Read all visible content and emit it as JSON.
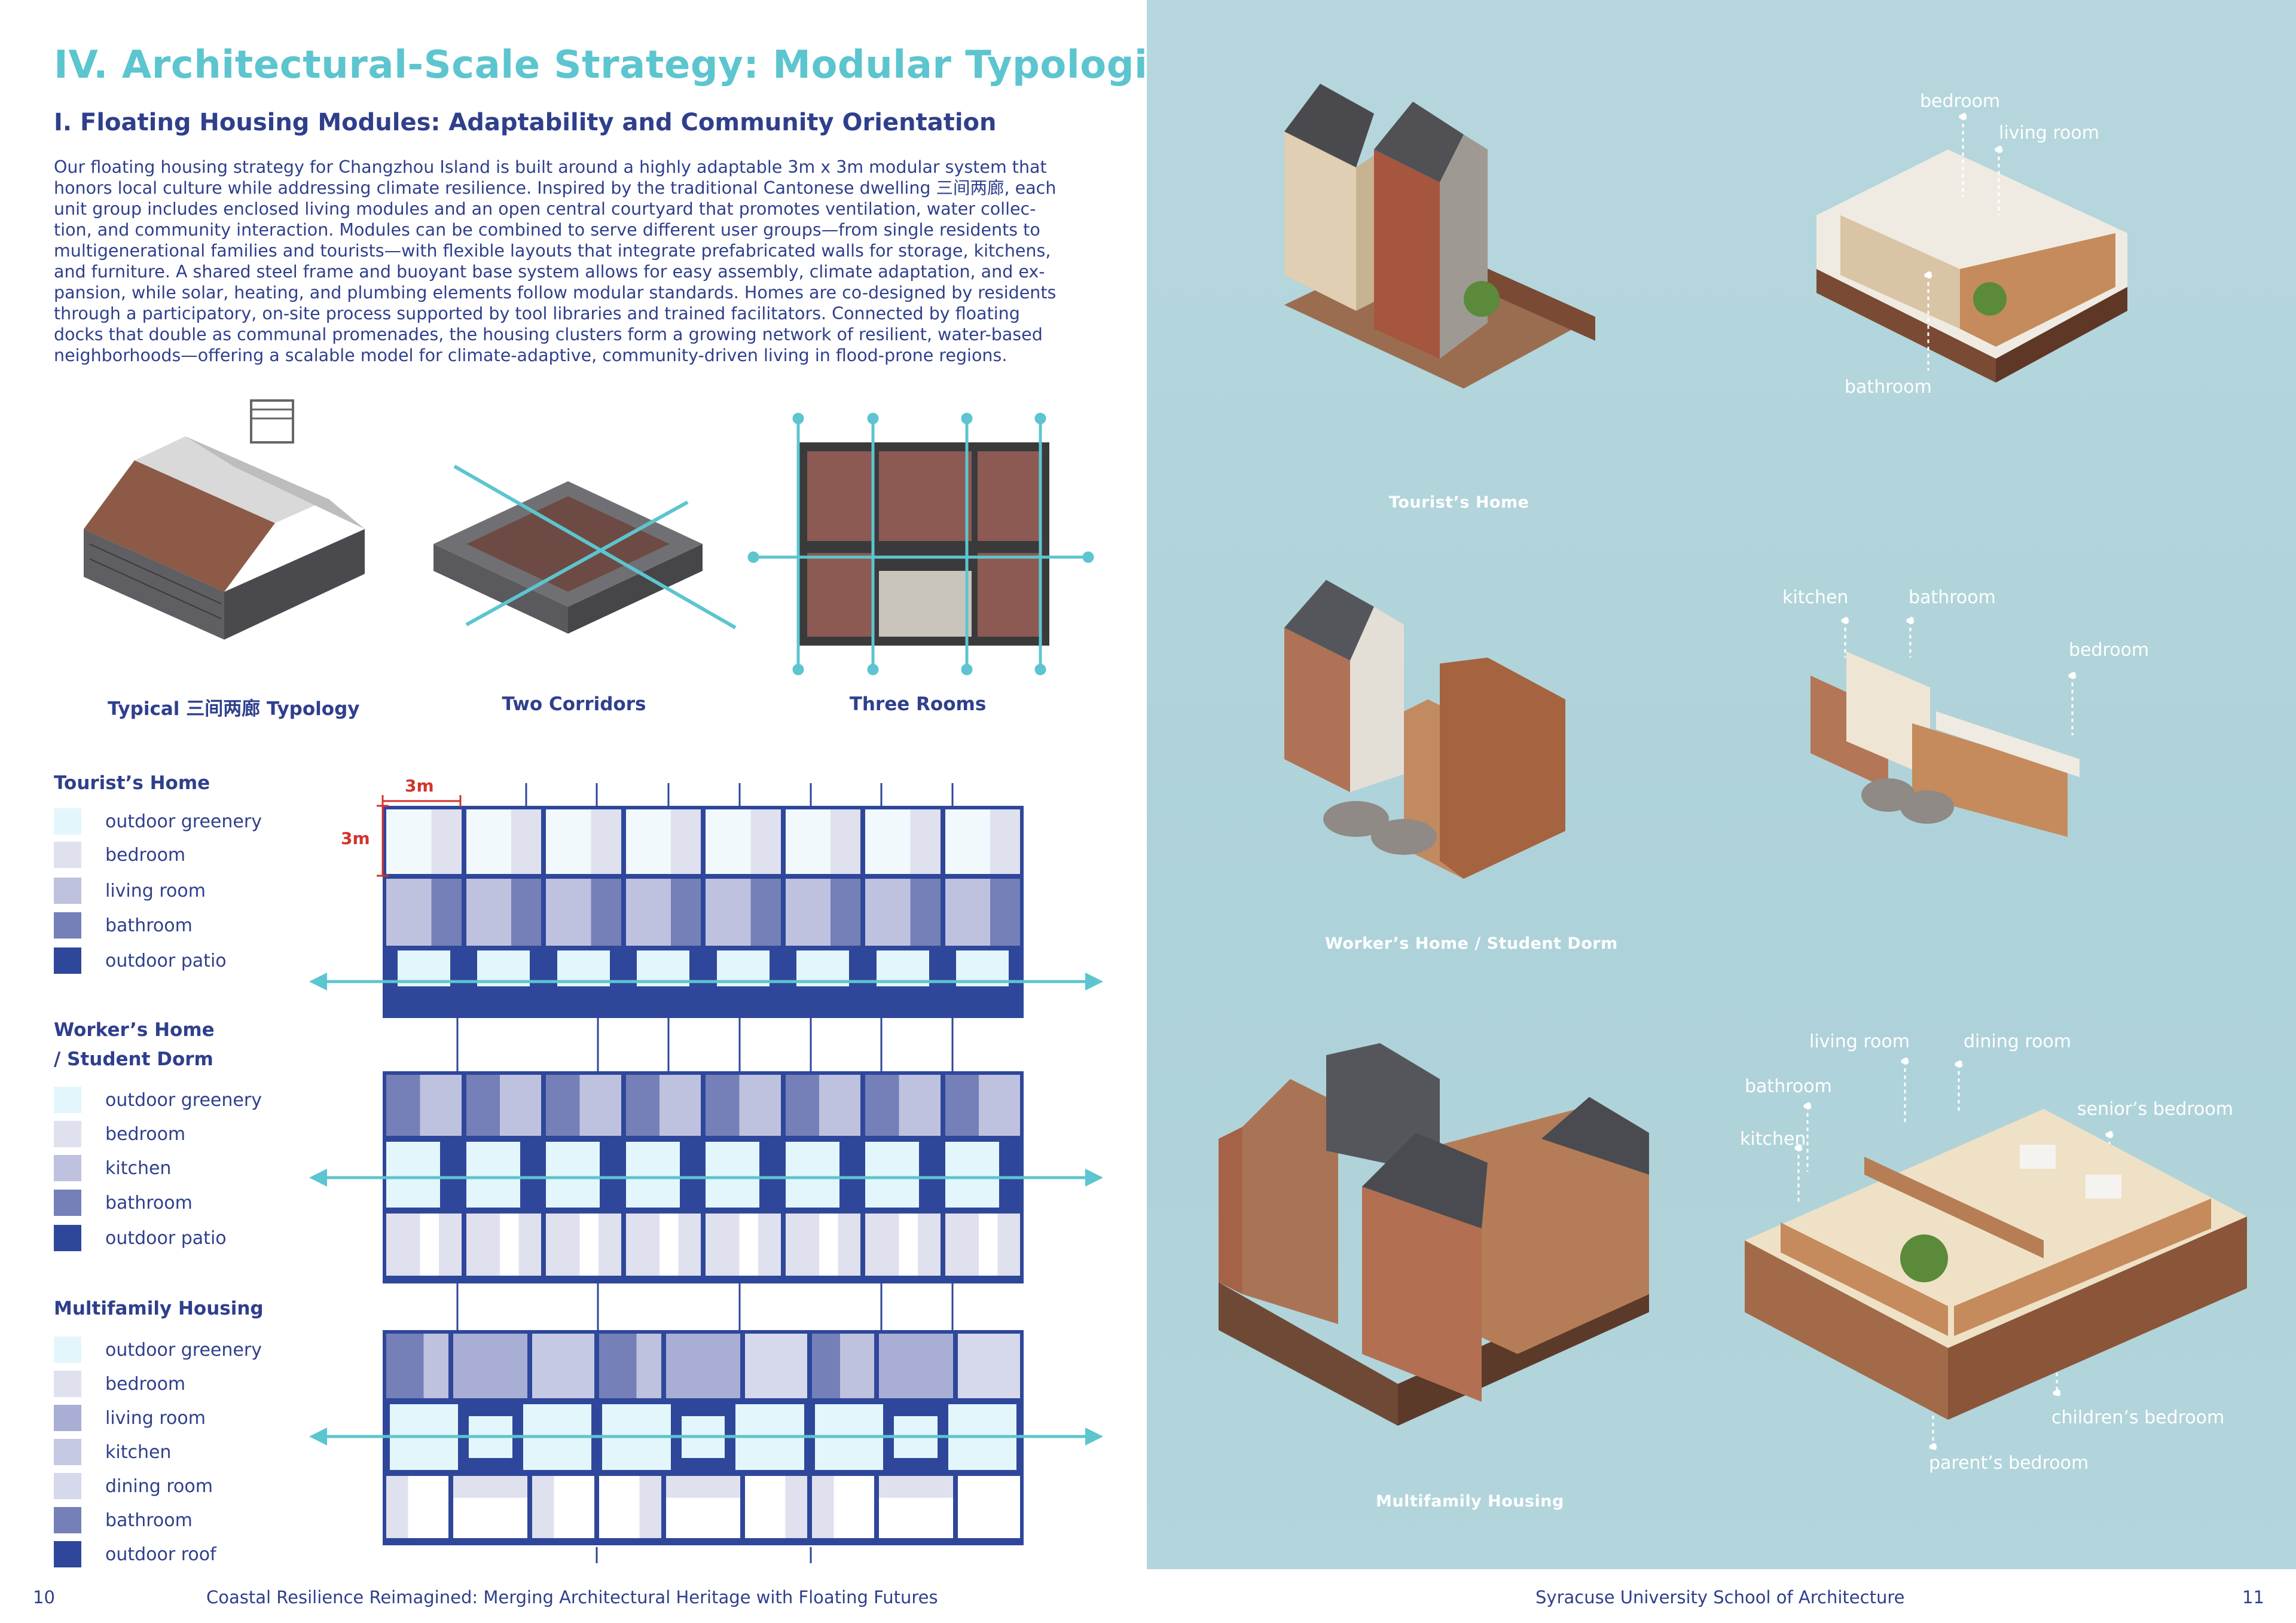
{
  "left_page": {
    "title": "IV. Architectural-Scale Strategy: Modular Typologies",
    "subtitle": "I. Floating Housing Modules: Adaptability and Community Orientation",
    "body_lines": [
      "Our floating housing strategy for Changzhou Island is built around a highly adaptable 3m x 3m modular system that",
      "honors local culture while addressing climate resilience. Inspired by the traditional Cantonese dwelling 三间两廊, each",
      "unit group includes enclosed living modules and an open central courtyard that promotes ventilation, water collec-",
      "tion, and community interaction. Modules can be combined to serve different user groups—from single residents to",
      "multigenerational families and tourists—with flexible layouts that integrate prefabricated walls for storage, kitchens,",
      "and furniture. A shared steel frame and buoyant base system allows for easy assembly, climate adaptation, and ex-",
      "pansion, while solar, heating, and plumbing elements follow modular standards. Homes are co-designed by residents",
      "through a participatory, on-site process supported by tool libraries and trained facilitators. Connected by floating",
      "docks that double as communal promenades, the housing clusters form a growing network of resilient, water-based",
      "neighborhoods—offering a scalable model for climate-adaptive, community-driven living in flood-prone regions."
    ],
    "captions": {
      "typical": "Typical 三间两廊 Typology",
      "corridors": "Two Corridors",
      "rooms": "Three Rooms"
    },
    "dimension_labels": {
      "width": "3m",
      "height": "3m"
    },
    "legends": {
      "tourist": {
        "title": "Tourist’s Home",
        "items": [
          {
            "label": "outdoor greenery",
            "color": "#e3f6fb"
          },
          {
            "label": "bedroom",
            "color": "#dfe1ef"
          },
          {
            "label": "living room",
            "color": "#bec2df"
          },
          {
            "label": "bathroom",
            "color": "#7580b8"
          },
          {
            "label": "outdoor patio",
            "color": "#2f479a"
          }
        ]
      },
      "worker": {
        "title_line1": "Worker’s Home",
        "title_line2": "/ Student Dorm",
        "items": [
          {
            "label": "outdoor greenery",
            "color": "#e3f6fb"
          },
          {
            "label": "bedroom",
            "color": "#dfe1ef"
          },
          {
            "label": "kitchen",
            "color": "#bec2df"
          },
          {
            "label": "bathroom",
            "color": "#7580b8"
          },
          {
            "label": "outdoor patio",
            "color": "#2f479a"
          }
        ]
      },
      "multifamily": {
        "title": "Multifamily Housing",
        "items": [
          {
            "label": "outdoor greenery",
            "color": "#e3f6fb"
          },
          {
            "label": "bedroom",
            "color": "#dfe1ef"
          },
          {
            "label": "living room",
            "color": "#a9aed5"
          },
          {
            "label": "kitchen",
            "color": "#c5c9e3"
          },
          {
            "label": "dining room",
            "color": "#d6d9ec"
          },
          {
            "label": "bathroom",
            "color": "#7580b8"
          },
          {
            "label": "outdoor roof",
            "color": "#2f479a"
          }
        ]
      }
    },
    "footer": {
      "page_number": "10",
      "publication": "Coastal Resilience Reimagined: Merging Architectural Heritage with Floating Futures"
    }
  },
  "right_page": {
    "tourist": {
      "caption": "Tourist’s Home",
      "labels": {
        "bedroom": "bedroom",
        "living_room": "living room",
        "bathroom": "bathroom"
      }
    },
    "worker": {
      "caption": "Worker’s Home / Student Dorm",
      "labels": {
        "kitchen": "kitchen",
        "bathroom": "bathroom",
        "bedroom": "bedroom"
      }
    },
    "multifamily": {
      "caption": "Multifamily Housing",
      "labels": {
        "living_room": "living room",
        "dining_room": "dining room",
        "bathroom": "bathroom",
        "senior_bedroom": "senior’s bedroom",
        "kitchen": "kitchen",
        "children_bedroom": "children’s bedroom",
        "parent_bedroom": "parent’s bedroom"
      }
    },
    "footer": {
      "school": "Syracuse University School of Architecture",
      "page_number": "11"
    }
  },
  "colors": {
    "accent_teal": "#5cc5cf",
    "navy": "#2f3f8c",
    "grid_frame": "#2f479a",
    "dimension_red": "#d0342c",
    "water": "#b6d7dd"
  }
}
